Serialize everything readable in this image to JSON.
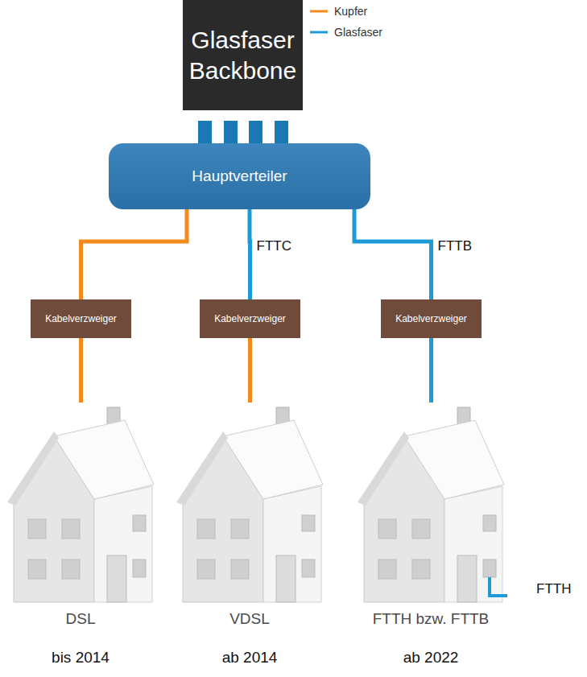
{
  "diagram": {
    "nodes": [
      {
        "text": [
          "Glasfaser Backbone"
        ]
      },
      {
        "text": [
          "Hauptverteiler"
        ]
      },
      {
        "text": [
          "Kabelverzweiger"
        ]
      },
      {
        "text": [
          "Kabelverzweiger"
        ]
      },
      {
        "text": [
          "Kabelverzweiger"
        ]
      },
      {
        "text": [
          "DSL",
          "bis 2014"
        ]
      },
      {
        "text": [
          "VDSL",
          "ab 2014"
        ]
      },
      {
        "text": [
          "FTTH bzw. FTTB",
          "ab 2022"
        ]
      }
    ],
    "edges": [
      {
        "from": 0,
        "to": 1,
        "arrow": "none"
      },
      {
        "from": 1,
        "to": 2,
        "arrow": "none"
      },
      {
        "from": 1,
        "to": 3,
        "label": "FTTC",
        "arrow": "none"
      },
      {
        "from": 1,
        "to": 4,
        "label": "FTTB",
        "arrow": "none"
      },
      {
        "from": 2,
        "to": 5,
        "arrow": "none"
      },
      {
        "from": 3,
        "to": 6,
        "arrow": "none"
      },
      {
        "from": 4,
        "to": 7,
        "arrow": "none"
      }
    ],
    "labels": [
      "FTTH"
    ],
    "legend": [
      {
        "text": "Kupfer"
      },
      {
        "text": "Glasfaser"
      }
    ]
  }
}
